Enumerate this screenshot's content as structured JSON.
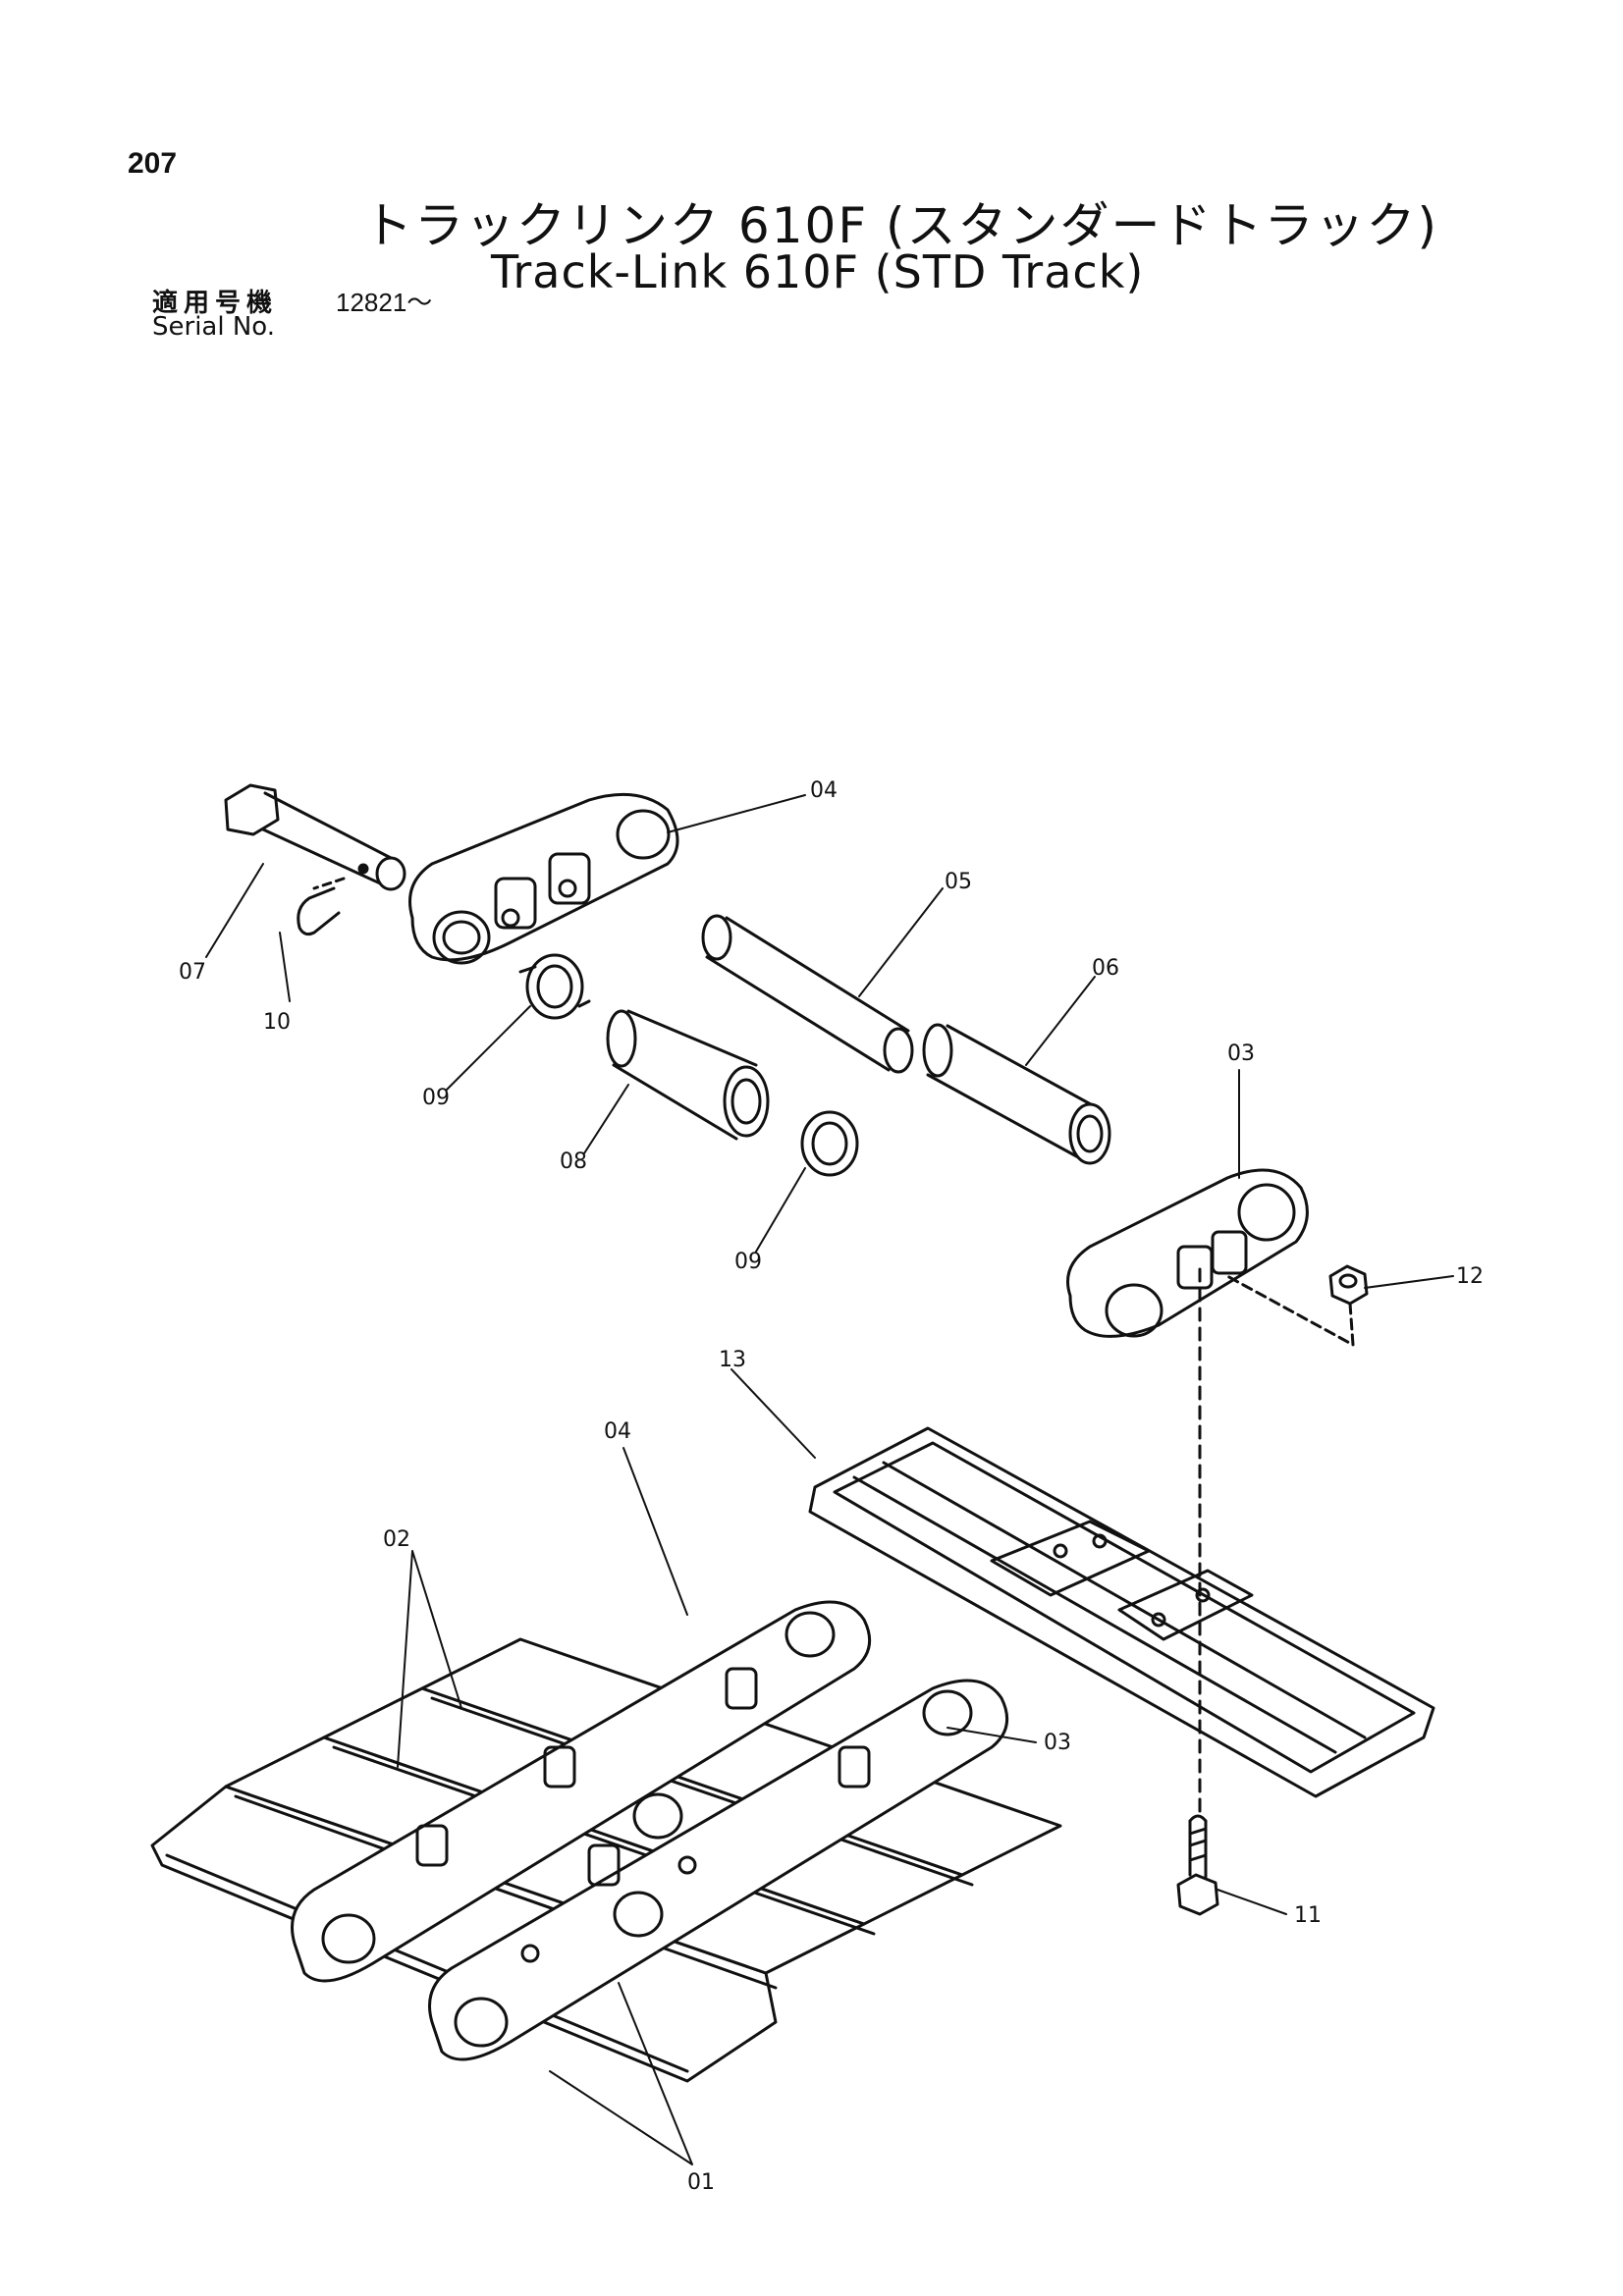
{
  "header": {
    "page_number": "207",
    "title_jp": "トラックリンク 610F (スタンダードトラック)",
    "title_en": "Track-Link 610F (STD Track)",
    "serial_label_jp": "適用号機",
    "serial_value": "12821～",
    "serial_label_en": "Serial No."
  },
  "callouts": {
    "c01": "01",
    "c02": "02",
    "c03a": "03",
    "c03b": "03",
    "c04a": "04",
    "c04b": "04",
    "c05": "05",
    "c06": "06",
    "c07": "07",
    "c08": "08",
    "c09a": "09",
    "c09b": "09",
    "c10": "10",
    "c11": "11",
    "c12": "12",
    "c13": "13"
  }
}
